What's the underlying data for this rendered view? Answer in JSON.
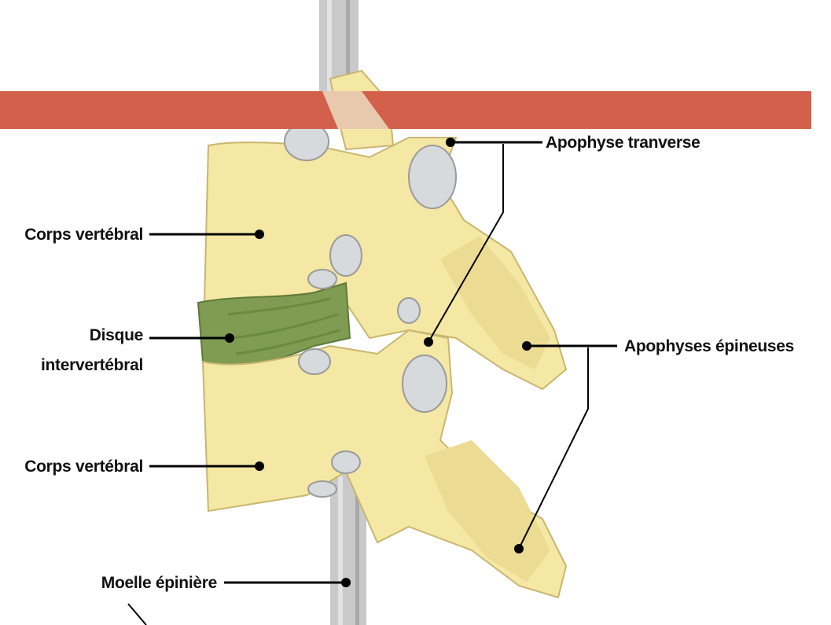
{
  "colors": {
    "banner": "#d2604a",
    "bone": "#f5e7a4",
    "bone_shadow": "#e3d086",
    "bone_outline": "#c9b670",
    "disc": "#7f9c52",
    "disc_dark": "#5e7a3a",
    "cord": "#c9c9c9",
    "cord_dark": "#9a9a9a",
    "foramen": "#d6dadc",
    "line": "#000000"
  },
  "labels": {
    "apophyse_transverse": "Apophyse tranverse",
    "corps_vertebral_top": "Corps vertébral",
    "disque_line1": "Disque",
    "disque_line2": "intervertébral",
    "apophyses_epineuses": "Apophyses épineuses",
    "corps_vertebral_bottom": "Corps vertébral",
    "moelle_epiniere": "Moelle épinière"
  }
}
